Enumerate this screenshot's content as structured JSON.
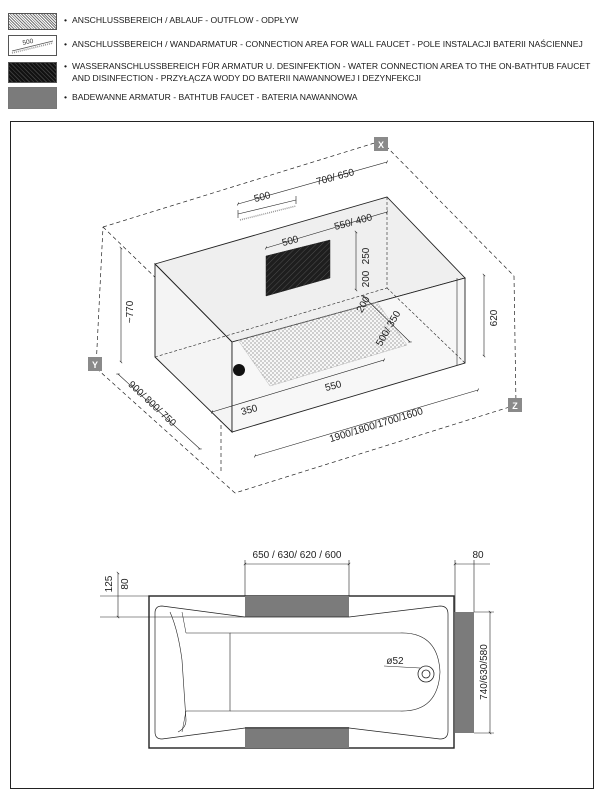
{
  "legend": [
    {
      "swatch": "dots",
      "lines": [
        "ANSCHLUSSBEREICH / ABLAUF - OUTFLOW - ODPŁYW"
      ]
    },
    {
      "swatch": "faucet",
      "swatch_label": "500",
      "lines": [
        "ANSCHLUSSBEREICH / WANDARMATUR - CONNECTION AREA FOR WALL FAUCET - POLE INSTALACJI BATERII NAŚCIENNEJ"
      ]
    },
    {
      "swatch": "dark",
      "lines": [
        "WASSERANSCHLUSSBEREICH FÜR ARMATUR U. DESINFEKTION - WATER CONNECTION AREA TO THE ON-BATHTUB FAUCET",
        "AND DISINFECTION - PRZYŁĄCZA WODY DO BATERII NAWANNOWEJ I DEZYNFEKCJI"
      ]
    },
    {
      "swatch": "grey",
      "lines": [
        "BADEWANNE ARMATUR  - BATHTUB FAUCET - BATERIA  NAWANNOWA"
      ]
    }
  ],
  "iso": {
    "axis_x": "X",
    "axis_y": "Y",
    "axis_z": "Z",
    "dim_wall_faucet": "500",
    "dim_wall_offset": "700/ 650",
    "dim_onbath_width": "500",
    "dim_onbath_offset": "550/ 400",
    "dim_onbath_depth": "250",
    "dim_onbath_height": "200",
    "dim_height_total": "~770",
    "dim_tub_height": "620",
    "dim_outflow_depth": "200",
    "dim_outflow_side": "500/ 350",
    "dim_outflow_length": "550",
    "dim_outflow_offset": "350",
    "dim_width": "900/ 800/ 750",
    "dim_length": "1900/1800/1700/1600"
  },
  "plan": {
    "dim_faucet_width": "650 / 630/ 620 / 600",
    "dim_end_depth": "80",
    "dim_offset_125": "125",
    "dim_offset_80": "80",
    "dim_drain": "ø52",
    "dim_width": "740/630/580"
  },
  "colors": {
    "grey": "#7b7b7b",
    "dark": "#1e1e1e",
    "line": "#222222"
  }
}
